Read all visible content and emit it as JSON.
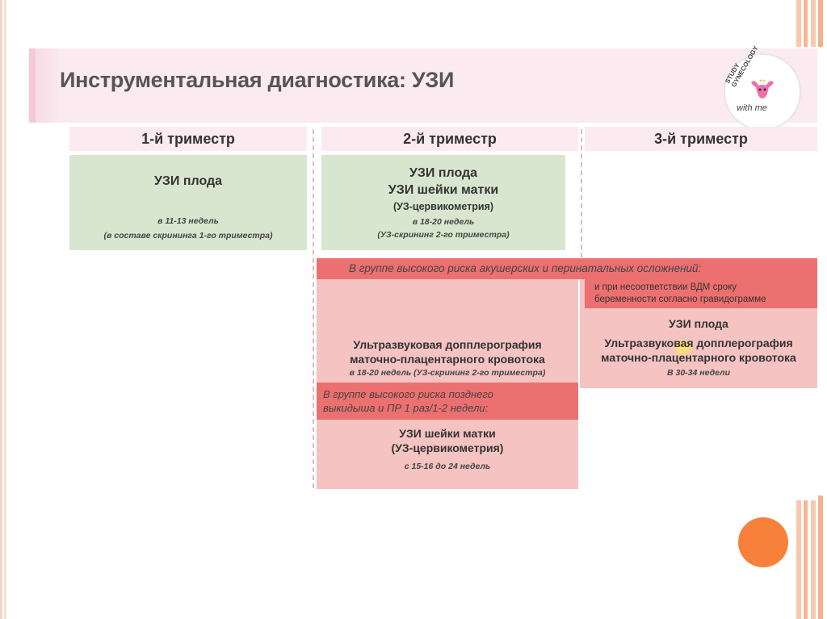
{
  "title": "Инструментальная диагностика: УЗИ",
  "logo": {
    "top": "STUDY GYNECOLOGY",
    "bottom": "with me"
  },
  "t1": {
    "header": "1-й триместр",
    "exam": "УЗИ плода",
    "timing": "в 11-13 недель",
    "note": "(в составе скрининга 1-го триместра)"
  },
  "t2": {
    "header": "2-й триместр",
    "exam1": "УЗИ плода",
    "exam2": "УЗИ шейки матки",
    "exam3": "(УЗ-цервикометрия)",
    "timing": "в 18-20 недель",
    "note": "(УЗ-скрининг 2-го триместра)"
  },
  "t3": {
    "header": "3-й триместр"
  },
  "risk_bar": "В группе высокого риска акушерских и перинатальных осложнений:",
  "doppler2": {
    "line1": "Ультразвуковая допплерография",
    "line2": "маточно-плацентарного кровотока",
    "note": "в 18-20 недель (УЗ-скрининг 2-го триместра)"
  },
  "risk2": {
    "line1": "В группе высокого риска позднего",
    "line2": "выкидыша и ПР 1 раз/1-2 недели:"
  },
  "cervix": {
    "line1": "УЗИ шейки матки",
    "line2": "(УЗ-цервикометрия)",
    "note": "с 15-16 до 24 недель"
  },
  "t3_cond": {
    "line1": "и при несоответствии ВДМ сроку",
    "line2": "беременности согласно гравидограмме"
  },
  "t3_exam": {
    "line1": "УЗИ плода",
    "line2": "Ультразвуковая допплерография",
    "line3": "маточно-плацентарного кровотока",
    "note": "В 30-34 недели"
  },
  "colors": {
    "accent": "#ec7070",
    "green": "#d8e6cf",
    "pink": "#f4c3c2",
    "orange": "#f7813a"
  }
}
